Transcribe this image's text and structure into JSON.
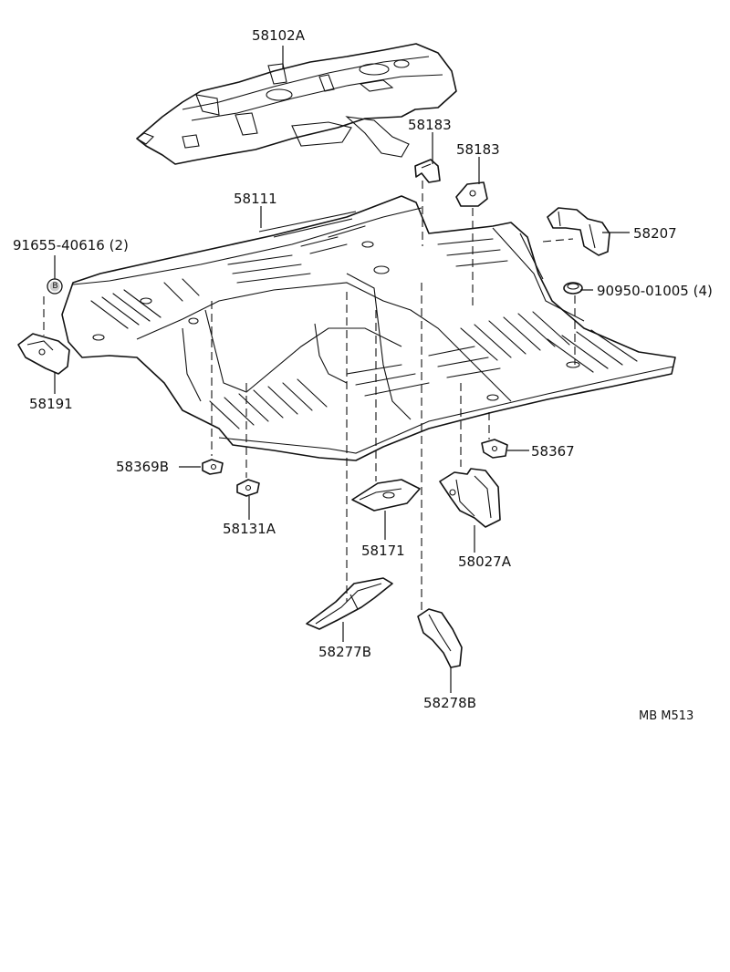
{
  "diagram_id": "MB M513",
  "parts": {
    "p58102A": "58102A",
    "p58183a": "58183",
    "p58183b": "58183",
    "p58111": "58111",
    "p91655": "91655-40616 (2)",
    "bolt_marker": "B",
    "p58207": "58207",
    "p90950": "90950-01005 (4)",
    "p58191": "58191",
    "p58369B": "58369B",
    "p58367": "58367",
    "p58131A": "58131A",
    "p58171": "58171",
    "p58027A": "58027A",
    "p58277B": "58277B",
    "p58278B": "58278B"
  }
}
